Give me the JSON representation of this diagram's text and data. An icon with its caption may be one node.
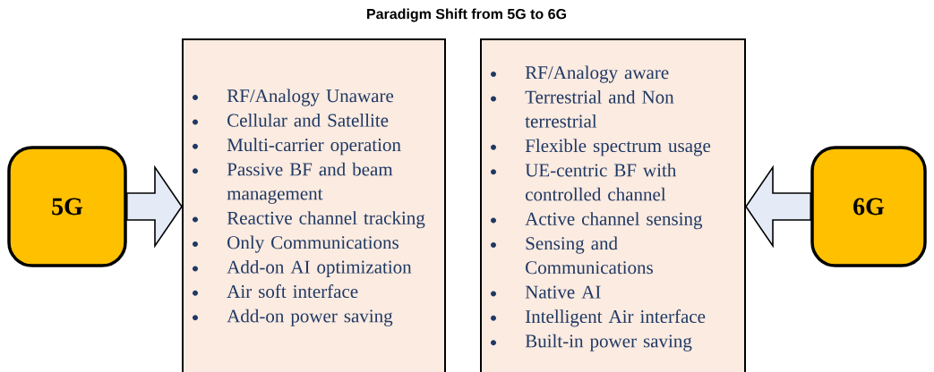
{
  "diagram": {
    "title": "Paradigm Shift from 5G to 6G",
    "nodes": [
      {
        "text": [
          "5G"
        ]
      },
      {
        "text": [
          "RF/Analogy Unaware",
          "Cellular and Satellite",
          "Multi-carrier operation",
          "Passive BF and beam management",
          "Reactive channel tracking",
          "Only Communications",
          "Add-on AI optimization",
          "Air soft interface",
          "Add-on power saving"
        ]
      },
      {
        "text": [
          "RF/Analogy aware",
          "Terrestrial and Non terrestrial",
          "Flexible spectrum usage",
          "UE-centric BF with controlled channel",
          "Active channel sensing",
          "Sensing and Communications",
          "Native AI",
          "Intelligent Air  interface",
          "Built-in power saving"
        ]
      },
      {
        "text": [
          "6G"
        ]
      }
    ],
    "edges": [
      {
        "from": 0,
        "to": 1,
        "arrow": "to"
      },
      {
        "from": 3,
        "to": 2,
        "arrow": "to"
      }
    ]
  }
}
